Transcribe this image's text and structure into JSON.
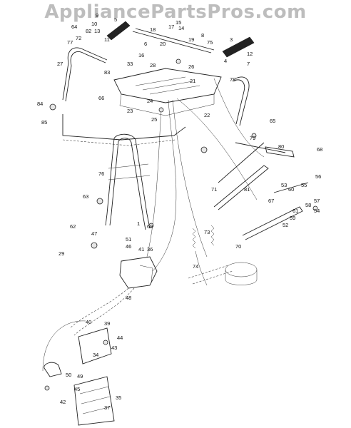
{
  "watermark": "AppliancePartsPros.com",
  "callouts": [
    "1",
    "3",
    "4",
    "5",
    "6",
    "7",
    "8",
    "9",
    "10",
    "11",
    "12",
    "13",
    "14",
    "15",
    "16",
    "17",
    "18",
    "19",
    "20",
    "21",
    "22",
    "23",
    "24",
    "25",
    "26",
    "27",
    "28",
    "29",
    "33",
    "34",
    "35",
    "36",
    "37",
    "39",
    "40",
    "41",
    "42",
    "43",
    "44",
    "45",
    "46",
    "47",
    "48",
    "49",
    "50",
    "51",
    "52",
    "53",
    "54",
    "55",
    "56",
    "57",
    "58",
    "59",
    "60",
    "61",
    "62",
    "63",
    "64",
    "65",
    "66",
    "67",
    "68",
    "69",
    "70",
    "71",
    "72",
    "73",
    "74",
    "75",
    "76",
    "77",
    "78",
    "79",
    "80",
    "81",
    "82",
    "83",
    "84",
    "85"
  ]
}
